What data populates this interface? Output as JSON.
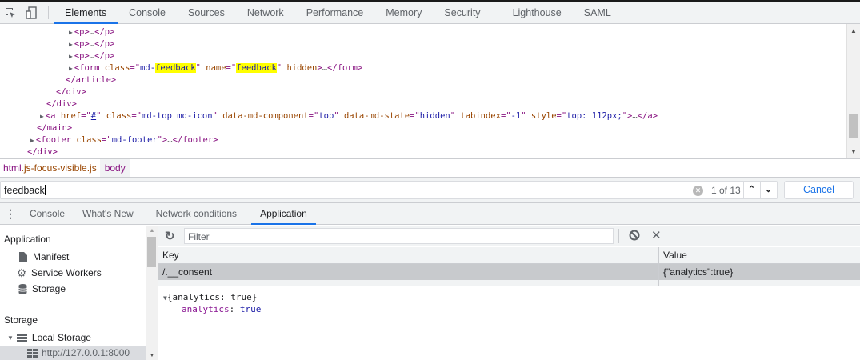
{
  "toolbar": {
    "inspect_icon": "inspect-element-icon",
    "device_icon": "device-toolbar-icon",
    "tabs": [
      {
        "label": "Elements",
        "active": true
      },
      {
        "label": "Console",
        "active": false
      },
      {
        "label": "Sources",
        "active": false
      },
      {
        "label": "Network",
        "active": false
      },
      {
        "label": "Performance",
        "active": false
      },
      {
        "label": "Memory",
        "active": false
      },
      {
        "label": "Security",
        "active": false
      },
      {
        "label": "Lighthouse",
        "active": false
      },
      {
        "label": "SAML",
        "active": false
      }
    ]
  },
  "dom_tree": {
    "lines": [
      {
        "indent": 88,
        "text_open": "<p>",
        "ellipsis": "…",
        "text_close": "</p>"
      },
      {
        "indent": 88,
        "text_open": "<p>",
        "ellipsis": "…",
        "text_close": "</p>"
      },
      {
        "indent": 88,
        "text_open": "<p>",
        "ellipsis": "…",
        "text_close": "</p>"
      },
      {
        "indent": 88,
        "tag": "form",
        "class_prefix": "md-",
        "class_match": "feedback",
        "name_match": "feedback",
        "bool_attr": "hidden"
      },
      {
        "indent": 82,
        "text": "</article>"
      },
      {
        "indent": 70,
        "text": "</div>"
      },
      {
        "indent": 58,
        "text": "</div>"
      },
      {
        "indent": 52,
        "tag": "a",
        "href": "#",
        "class": "md-top md-icon",
        "data_md_component": "top",
        "data_md_state": "hidden",
        "tabindex": "-1",
        "style": "top: 112px;"
      },
      {
        "indent": 46,
        "text": "</main>"
      },
      {
        "indent": 40,
        "tag": "footer",
        "class": "md-footer"
      },
      {
        "indent": 34,
        "text": "</div>"
      }
    ]
  },
  "breadcrumb": {
    "items": [
      {
        "tag": "html",
        "cls": ".js-focus-visible.js"
      },
      {
        "tag": "body"
      }
    ]
  },
  "search": {
    "value": "feedback",
    "match_count": "1 of 13",
    "prev_icon": "▲",
    "next_icon": "▼",
    "cancel_label": "Cancel"
  },
  "drawer": {
    "more_icon": "⋮",
    "tabs": [
      {
        "label": "Console",
        "active": false
      },
      {
        "label": "What's New",
        "active": false
      },
      {
        "label": "Network conditions",
        "active": false
      },
      {
        "label": "Application",
        "active": true
      }
    ]
  },
  "sidebar": {
    "application_header": "Application",
    "application_items": [
      {
        "label": "Manifest",
        "icon": "document-icon"
      },
      {
        "label": "Service Workers",
        "icon": "gear-icon"
      },
      {
        "label": "Storage",
        "icon": "database-icon"
      }
    ],
    "storage_header": "Storage",
    "local_storage_label": "Local Storage",
    "local_storage_origin": "http://127.0.0.1:8000"
  },
  "storage_view": {
    "filter_placeholder": "Filter",
    "columns": {
      "key": "Key",
      "value": "Value"
    },
    "rows": [
      {
        "key": "/.__consent",
        "value": "{\"analytics\":true}",
        "selected": true
      }
    ],
    "preview": {
      "summary": "{analytics: true}",
      "prop_key": "analytics",
      "prop_sep": ": ",
      "prop_value": "true"
    }
  }
}
